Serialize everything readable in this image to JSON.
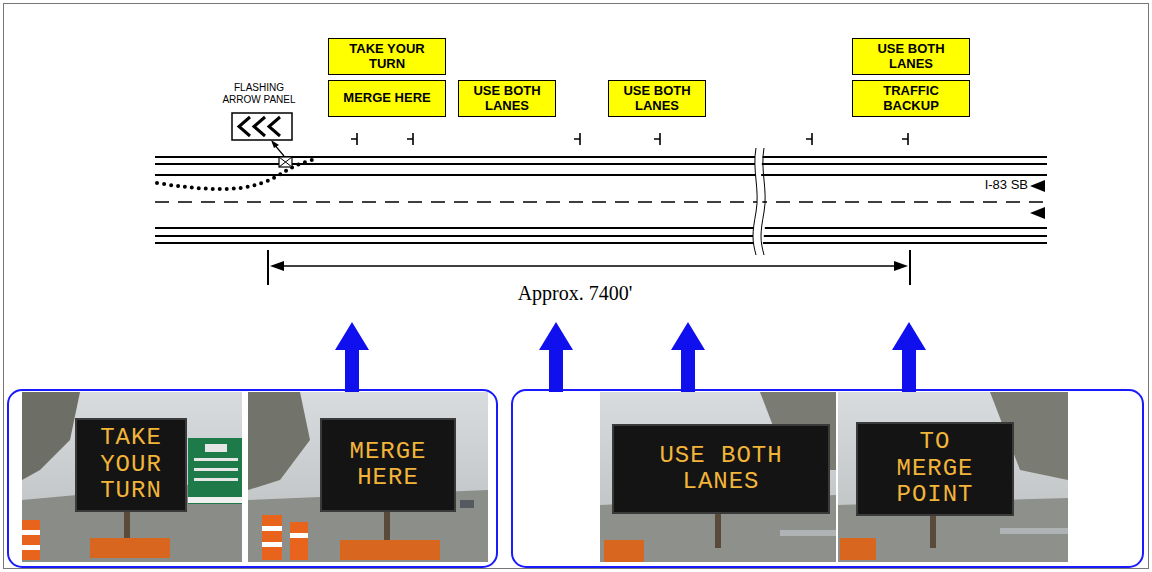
{
  "diagram": {
    "nodes": [
      {
        "text": [
          "TAKE YOUR TURN"
        ]
      },
      {
        "text": [
          "MERGE HERE"
        ]
      },
      {
        "text": [
          "USE BOTH LANES"
        ]
      },
      {
        "text": [
          "USE BOTH LANES"
        ]
      },
      {
        "text": [
          "USE BOTH LANES"
        ]
      },
      {
        "text": [
          "TRAFFIC BACKUP"
        ]
      },
      {
        "text": [
          "TAKE YOUR TURN"
        ]
      },
      {
        "text": [
          "MERGE HERE"
        ]
      },
      {
        "text": [
          "USE BOTH LANES"
        ]
      },
      {
        "text": [
          "TO MERGE POINT"
        ]
      }
    ],
    "labels": [
      "FLASHING ARROW PANEL",
      "I-83 SB",
      "Approx. 7400'"
    ]
  }
}
